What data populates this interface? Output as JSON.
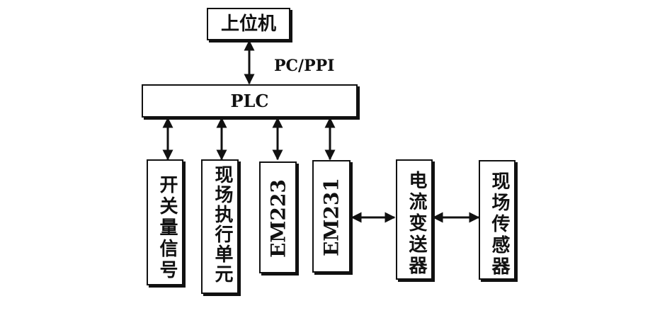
{
  "diagram": {
    "nodes": {
      "host": "上位机",
      "plc": "PLC",
      "switch_signal": "开关量信号",
      "field_exec": "现场执行单元",
      "em223": "EM223",
      "em231": "EM231",
      "current_tx": "电流变送器",
      "field_sensor": "现场传感器"
    },
    "link_label": "PC/PPI",
    "edges": [
      {
        "from": "host",
        "to": "plc",
        "label": "PC/PPI",
        "bidirectional": true
      },
      {
        "from": "plc",
        "to": "switch_signal",
        "bidirectional": true
      },
      {
        "from": "plc",
        "to": "field_exec",
        "bidirectional": true
      },
      {
        "from": "plc",
        "to": "em223",
        "bidirectional": true
      },
      {
        "from": "plc",
        "to": "em231",
        "bidirectional": true
      },
      {
        "from": "em231",
        "to": "current_tx",
        "bidirectional": true
      },
      {
        "from": "current_tx",
        "to": "field_sensor",
        "bidirectional": true
      }
    ]
  }
}
